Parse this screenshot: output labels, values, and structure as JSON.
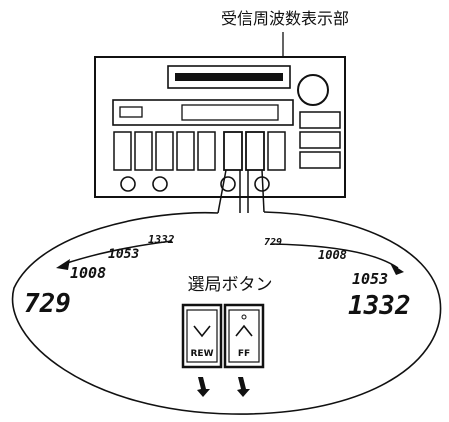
{
  "labels": {
    "display_callout": "受信周波数表示部",
    "seek_buttons": "選局ボタン",
    "rew_button": "REW",
    "ff_button": "FF"
  },
  "left_sequence": [
    "1332",
    "1053",
    "1008",
    "729"
  ],
  "right_sequence": [
    "729",
    "1008",
    "1053",
    "1332"
  ],
  "icons": {
    "rew": "chevron-down-icon",
    "ff": "chevron-up-icon",
    "press": "press-arrow-icon"
  }
}
